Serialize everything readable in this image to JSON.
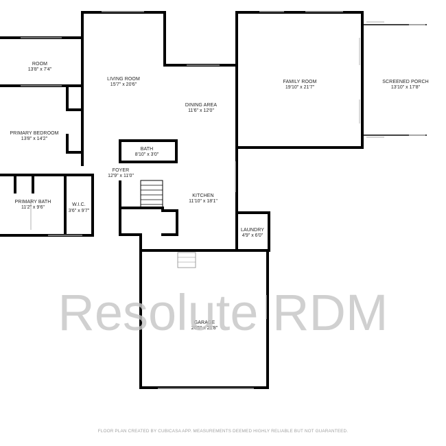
{
  "rooms": [
    {
      "name": "ROOM",
      "dims": "13'8\" x 7'4\""
    },
    {
      "name": "LIVING ROOM",
      "dims": "15'7\" x 20'6\""
    },
    {
      "name": "FAMILY ROOM",
      "dims": "19'10\" x 21'7\""
    },
    {
      "name": "SCREENED PORCH",
      "dims": "13'10\" x 17'8\""
    },
    {
      "name": "DINING AREA",
      "dims": "11'6\" x 12'0\""
    },
    {
      "name": "PRIMARY BEDROOM",
      "dims": "13'8\" x 14'2\""
    },
    {
      "name": "BATH",
      "dims": "8'10\" x 3'0\""
    },
    {
      "name": "FOYER",
      "dims": "12'9\" x 11'0\""
    },
    {
      "name": "KITCHEN",
      "dims": "11'10\" x 18'1\""
    },
    {
      "name": "PRIMARY BATH",
      "dims": "11'2\" x 9'6\""
    },
    {
      "name": "W.I.C.",
      "dims": "3'6\" x 9'7\""
    },
    {
      "name": "LAUNDRY",
      "dims": "4'9\" x 6'0\""
    },
    {
      "name": "GARAGE",
      "dims": "20'5\" x 21'8\""
    }
  ],
  "watermark": "Resolute RDM",
  "footer": "FLOOR PLAN CREATED BY CUBICASA APP. MEASUREMENTS DEEMED HIGHLY RELIABLE BUT NOT GUARANTEED."
}
